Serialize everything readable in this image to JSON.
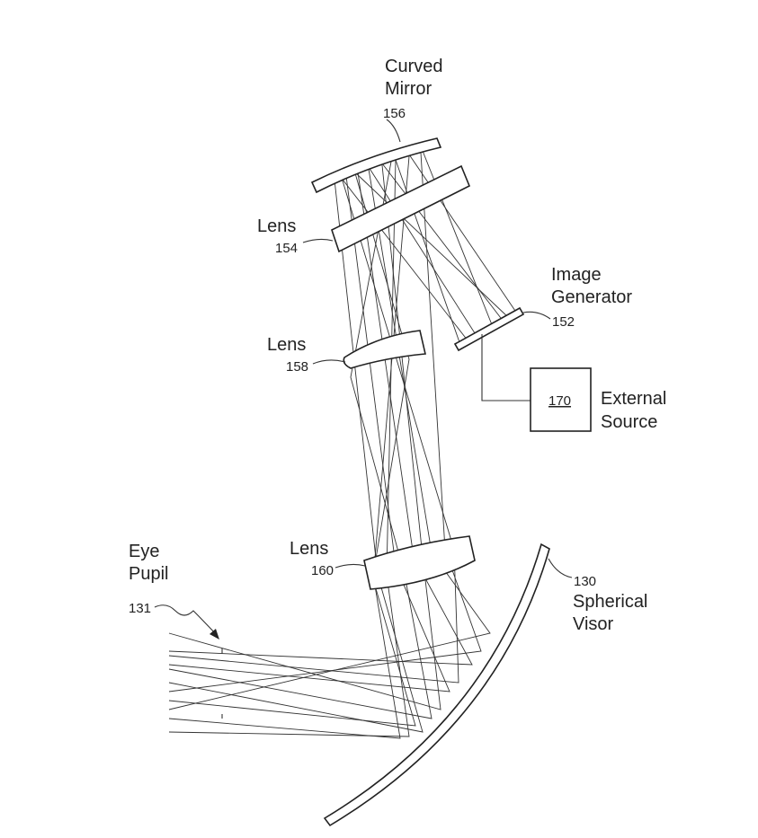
{
  "figure": {
    "curved_mirror": {
      "name_line1": "Curved",
      "name_line2": "Mirror",
      "ref": "156"
    },
    "lens_154": {
      "name": "Lens",
      "ref": "154"
    },
    "image_generator": {
      "name_line1": "Image",
      "name_line2": "Generator",
      "ref": "152"
    },
    "lens_158": {
      "name": "Lens",
      "ref": "158"
    },
    "external_source": {
      "ref": "170",
      "name_line1": "External",
      "name_line2": "Source"
    },
    "lens_160": {
      "name": "Lens",
      "ref": "160"
    },
    "eye_pupil": {
      "name_line1": "Eye",
      "name_line2": "Pupil",
      "ref": "131"
    },
    "spherical_visor": {
      "ref": "130",
      "name_line1": "Spherical",
      "name_line2": "Visor"
    }
  }
}
